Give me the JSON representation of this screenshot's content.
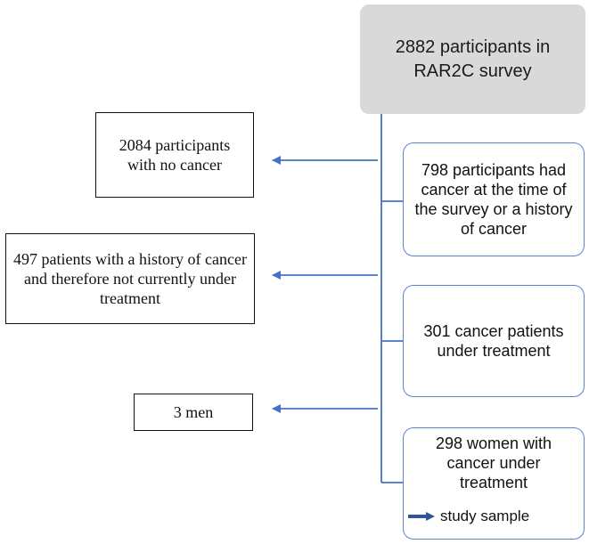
{
  "nodes": {
    "total": "2882 participants in RAR2C survey",
    "cancer_any": "798 participants had cancer at the time of the survey or a history of cancer",
    "under_treatment": "301 cancer patients under treatment",
    "women_sample": "298 women with cancer under treatment"
  },
  "exclusions": {
    "no_cancer": "2084 participants with no cancer",
    "history_only": "497 patients with a history of cancer and therefore not currently under treatment",
    "men": "3 men"
  },
  "legend": {
    "label": "study sample",
    "arrow_color": "#2f5597"
  },
  "colors": {
    "connector": "#4472c4",
    "right_box_border": "#5b87c5",
    "top_box_fill": "#d9d9d9"
  }
}
